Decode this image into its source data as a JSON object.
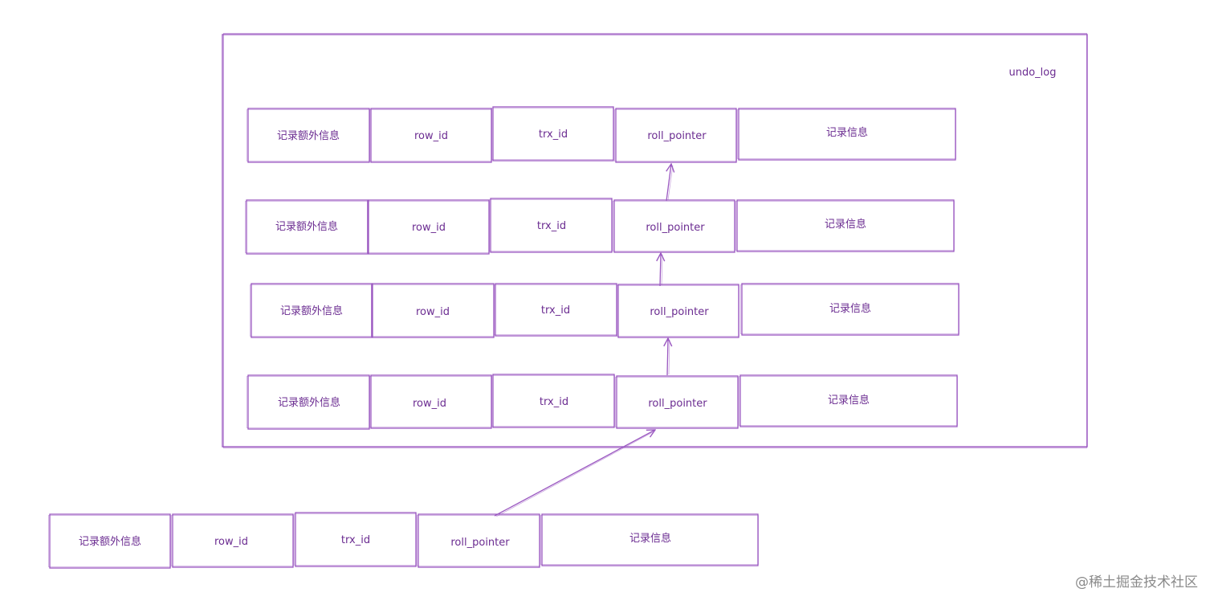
{
  "undo_log": {
    "label": "undo_log"
  },
  "fields": {
    "extra": "记录额外信息",
    "row_id": "row_id",
    "trx_id": "trx_id",
    "roll_pointer": "roll_pointer",
    "info": "记录信息"
  },
  "watermark": "@稀土掘金技术社区",
  "colors": {
    "stroke": "#9b59c1",
    "text": "#6b2c91"
  }
}
